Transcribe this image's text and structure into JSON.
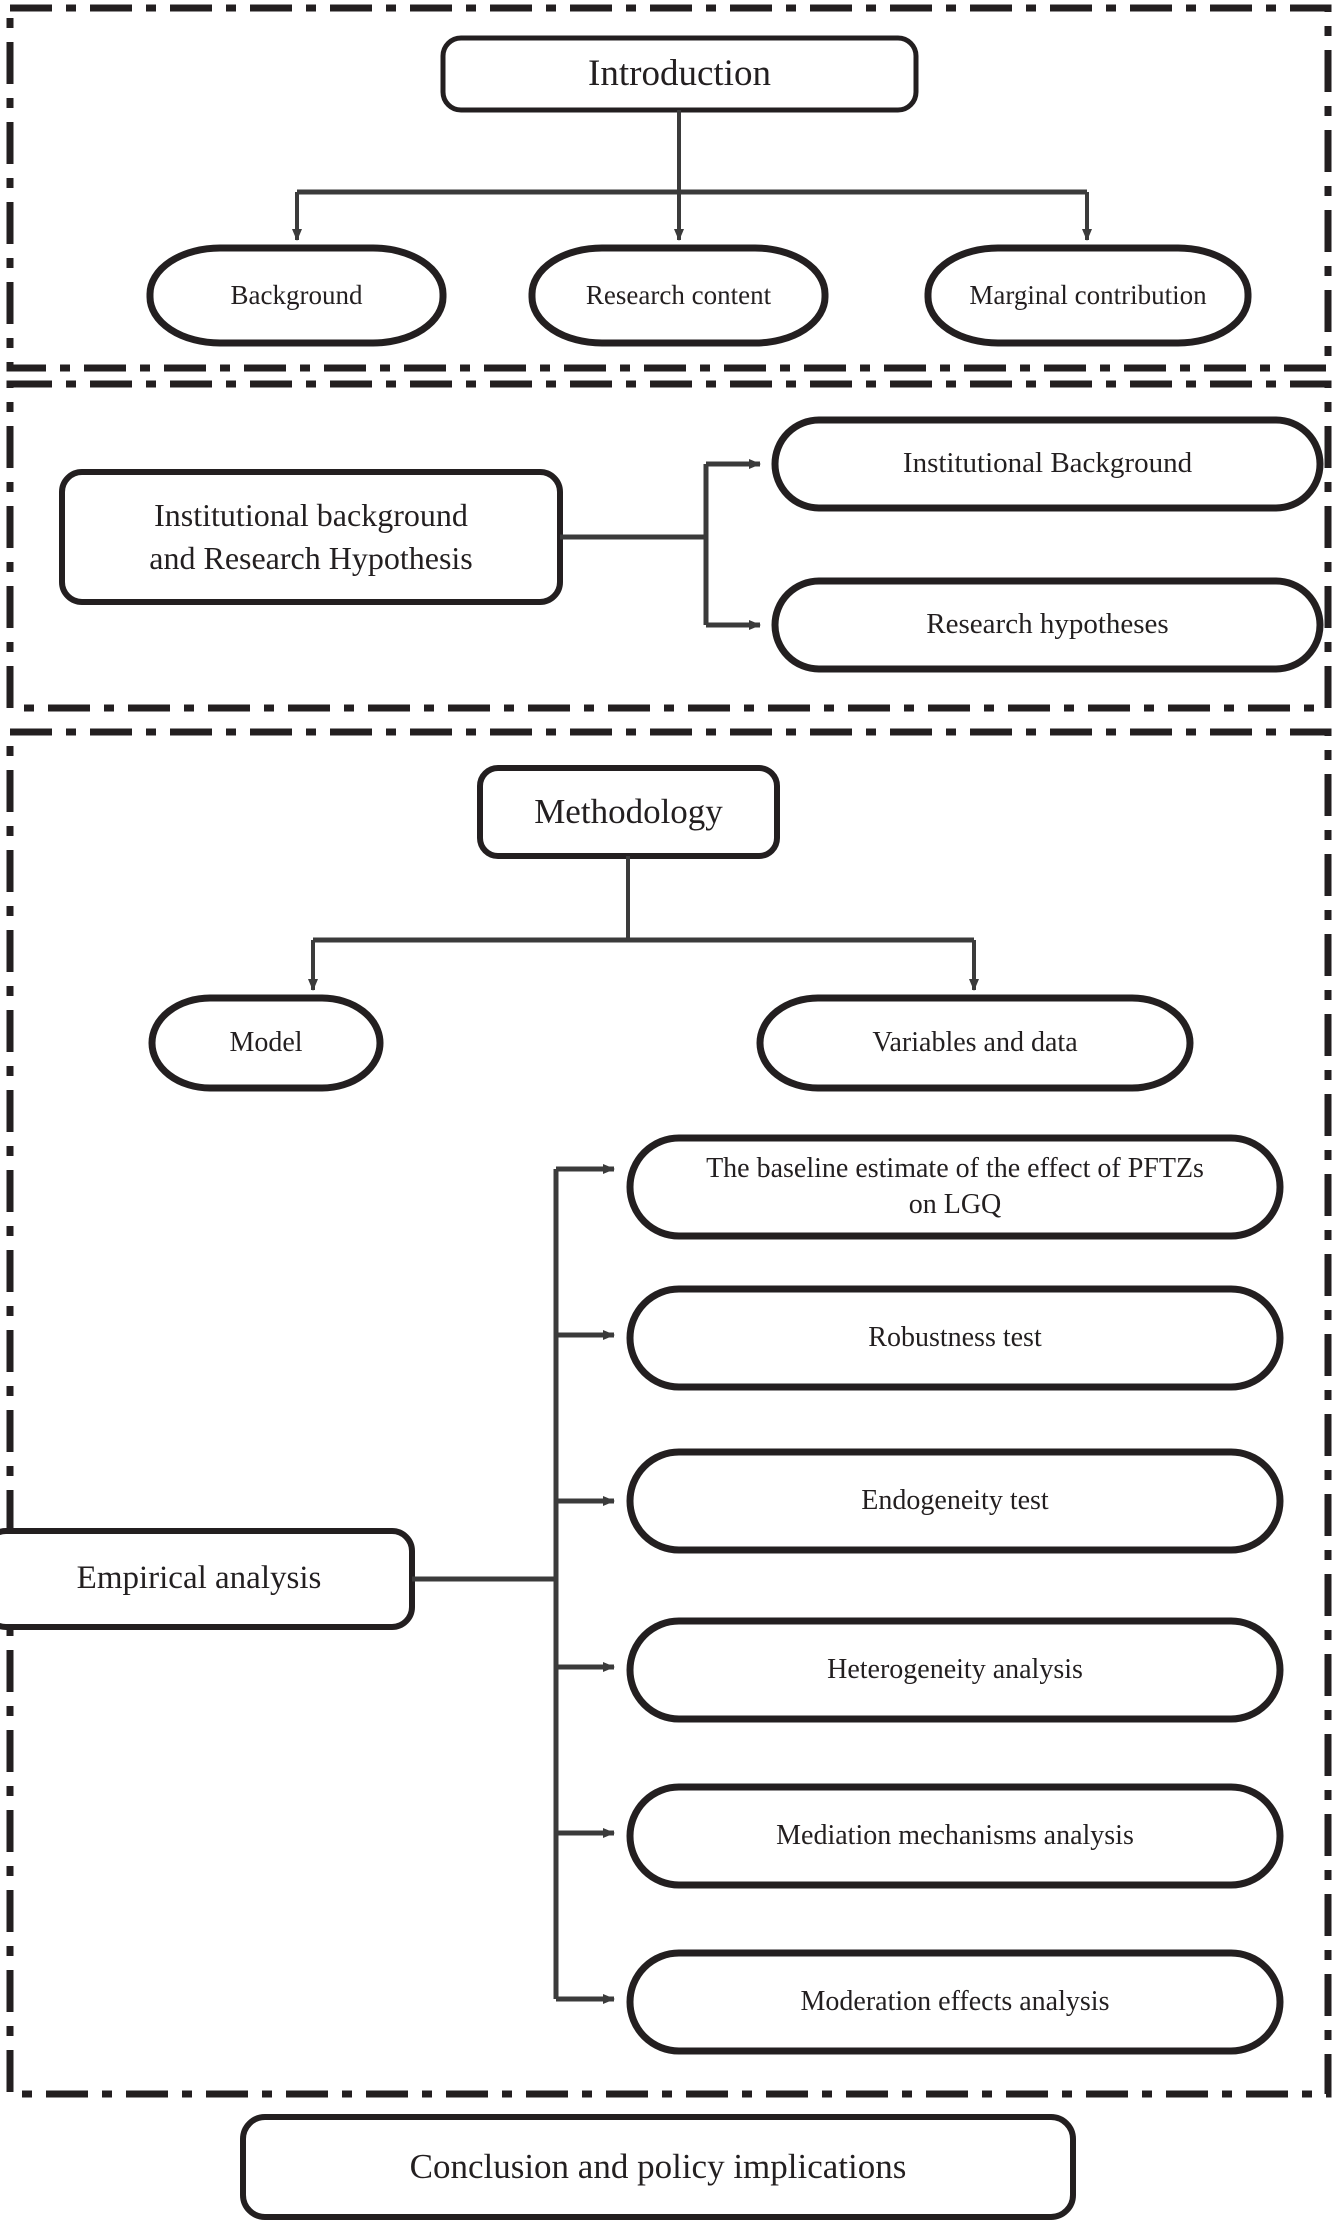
{
  "diagram": {
    "title": "Research framework flowchart",
    "stroke_color": "#231f20",
    "connector_color": "#3b3b3b",
    "background": "#ffffff",
    "sections": [
      {
        "name": "introduction-section"
      },
      {
        "name": "institutional-section"
      },
      {
        "name": "methodology-empirical-section"
      }
    ],
    "nodes": {
      "introduction": "Introduction",
      "background": "Background",
      "research_content": "Research content",
      "marginal_contribution": "Marginal contribution",
      "institutional_root": "Institutional background\nand Research Hypothesis",
      "institutional_background": "Institutional Background",
      "research_hypotheses": "Research hypotheses",
      "methodology": "Methodology",
      "model": "Model",
      "variables_and_data": "Variables and data",
      "empirical_analysis": "Empirical analysis",
      "baseline_estimate": "The baseline estimate of the effect of PFTZs\non LGQ",
      "robustness_test": "Robustness test",
      "endogeneity_test": "Endogeneity test",
      "heterogeneity_analysis": "Heterogeneity analysis",
      "mediation_mechanisms": "Mediation mechanisms analysis",
      "moderation_effects": "Moderation effects analysis",
      "conclusion": "Conclusion and policy implications"
    }
  }
}
